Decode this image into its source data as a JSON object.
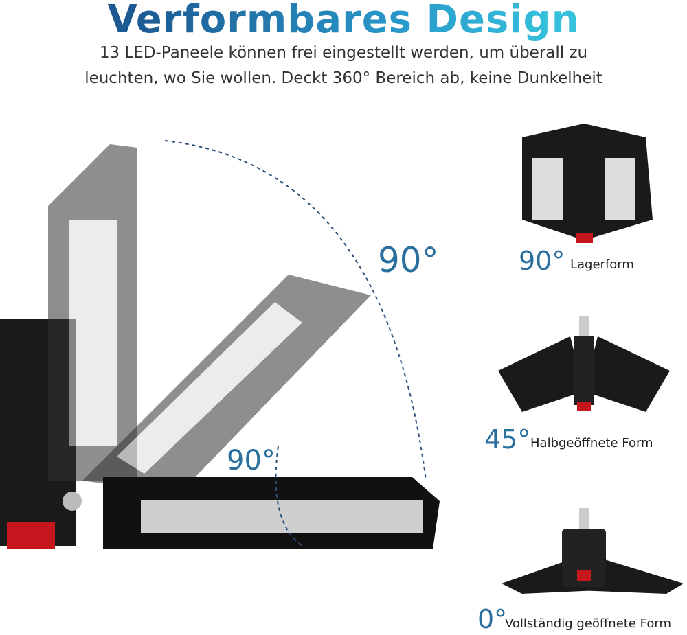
{
  "header": {
    "title": "Verformbares Design",
    "subtitle_line1": "13 LED-Paneele können frei eingestellt werden, um überall zu",
    "subtitle_line2": "leuchten, wo Sie wollen. Deckt 360° Bereich ab, keine Dunkelheit"
  },
  "main_diagram": {
    "angle_large": "90°",
    "angle_small": "90°"
  },
  "variants": [
    {
      "angle": "90°",
      "label": "Lagerform"
    },
    {
      "angle": "45°",
      "label": "Halbgeöffnete Form"
    },
    {
      "angle": "0°",
      "label": "Vollständig geöffnete Form"
    }
  ],
  "colors": {
    "title_start": "#1d5a93",
    "title_end": "#35c0dc",
    "angle_text": "#2a6f9e",
    "housing": "#1a1a1a",
    "accent_red": "#c4161c"
  }
}
